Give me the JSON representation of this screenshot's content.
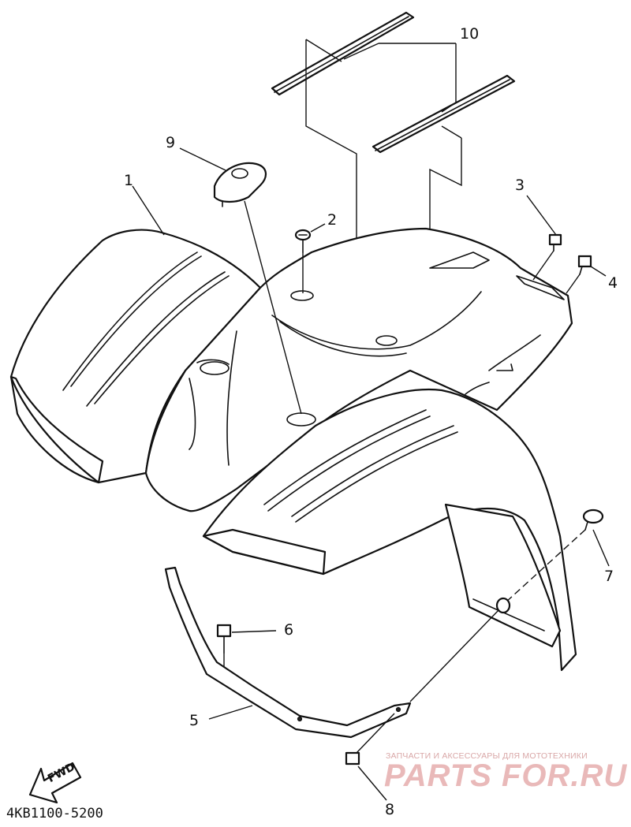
{
  "diagram": {
    "code": "4KB1100-5200",
    "fwd_label": "FWD",
    "callouts": [
      "10",
      "9",
      "1",
      "2",
      "3",
      "4",
      "7",
      "6",
      "5",
      "8"
    ]
  },
  "watermark": {
    "caption": "ЗАПЧАСТИ И АКСЕССУАРЫ ДЛЯ МОТОТЕХНИКИ",
    "brand": "PARTS FOR.RU"
  }
}
